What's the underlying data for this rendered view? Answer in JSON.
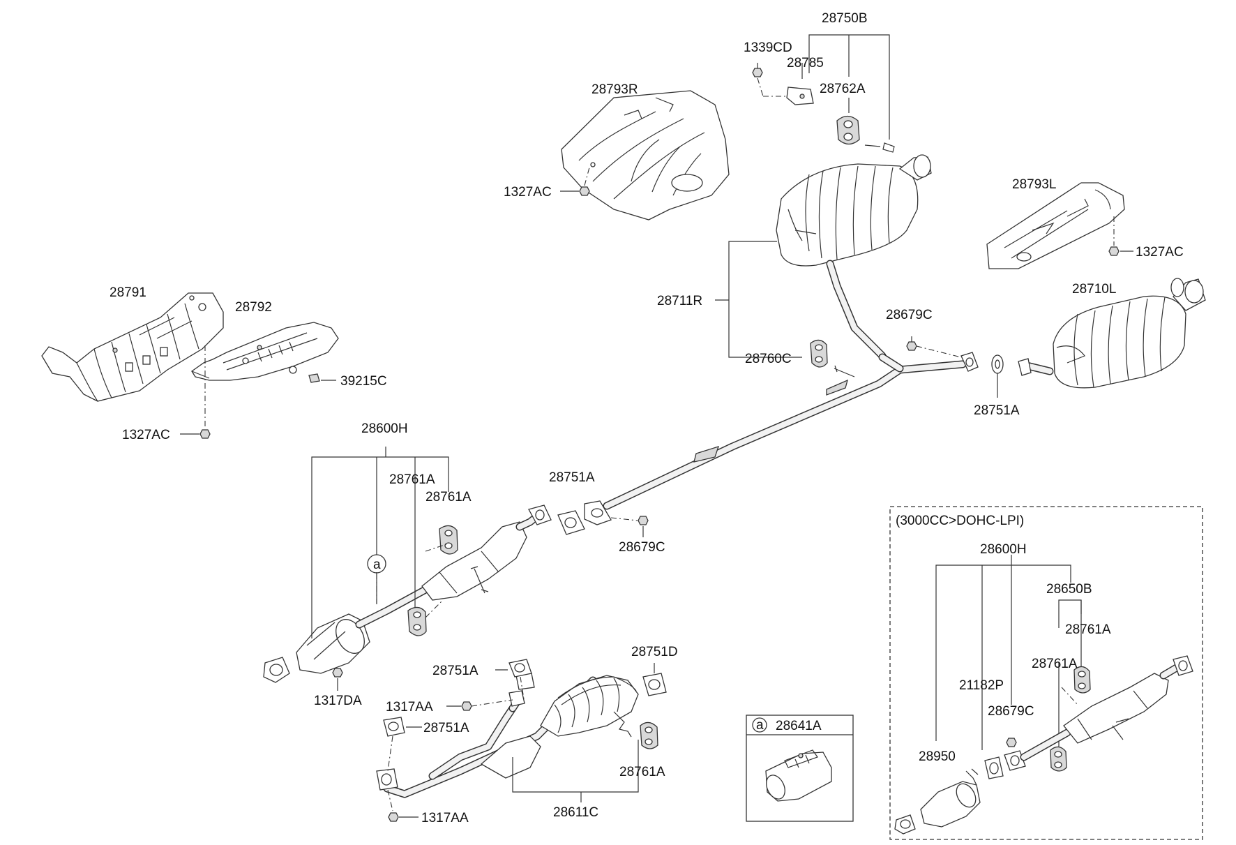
{
  "labels": {
    "l_28750B": "28750B",
    "l_1339CD": "1339CD",
    "l_28785": "28785",
    "l_28762A": "28762A",
    "l_28793R": "28793R",
    "l_1327AC_top": "1327AC",
    "l_28793L": "28793L",
    "l_1327AC_right": "1327AC",
    "l_28710L": "28710L",
    "l_28711R": "28711R",
    "l_28679C_mid": "28679C",
    "l_28760C": "28760C",
    "l_28751A_right": "28751A",
    "l_28791": "28791",
    "l_28792": "28792",
    "l_39215C": "39215C",
    "l_1327AC_left": "1327AC",
    "l_28600H": "28600H",
    "l_28761A_a": "28761A",
    "l_28761A_b": "28761A",
    "l_28751A_mid": "28751A",
    "l_28679C_low": "28679C",
    "l_callout_a": "a",
    "l_1317DA": "1317DA",
    "l_28751D": "28751D",
    "l_28751A_b1": "28751A",
    "l_1317AA_top": "1317AA",
    "l_28751A_b2": "28751A",
    "l_28761A_c": "28761A",
    "l_28611C": "28611C",
    "l_1317AA_bot": "1317AA",
    "l_inset_a": "a",
    "l_28641A": "28641A",
    "l_variant": "(3000CC>DOHC-LPI)",
    "l_28600H_v": "28600H",
    "l_28650B": "28650B",
    "l_28761A_v1": "28761A",
    "l_28761A_v2": "28761A",
    "l_21182P": "21182P",
    "l_28679C_v": "28679C",
    "l_28950": "28950"
  }
}
